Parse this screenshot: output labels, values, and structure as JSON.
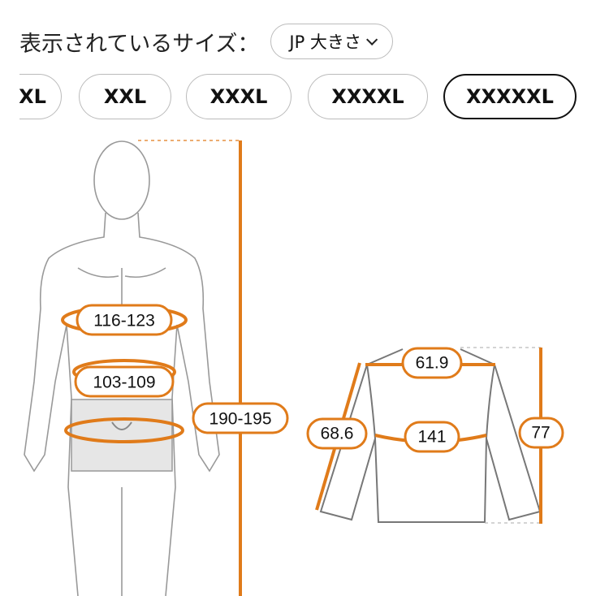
{
  "header": {
    "label": "表示されているサイズ：",
    "unit_selector": "JP 大きさ",
    "unit_icon": "chevron-down-icon"
  },
  "sizes": [
    {
      "label": "XL",
      "selected": false
    },
    {
      "label": "XXL",
      "selected": false
    },
    {
      "label": "XXXL",
      "selected": false
    },
    {
      "label": "XXXXL",
      "selected": false
    },
    {
      "label": "XXXXXL",
      "selected": true
    }
  ],
  "body_measurements": {
    "chest": "116-123",
    "waist": "103-109",
    "height": "190-195"
  },
  "garment_measurements": {
    "shoulder": "61.9",
    "sleeve": "68.6",
    "chest": "141",
    "length": "77"
  },
  "colors": {
    "accent": "#e07b1a",
    "outline": "#777777",
    "selected_border": "#111111"
  }
}
